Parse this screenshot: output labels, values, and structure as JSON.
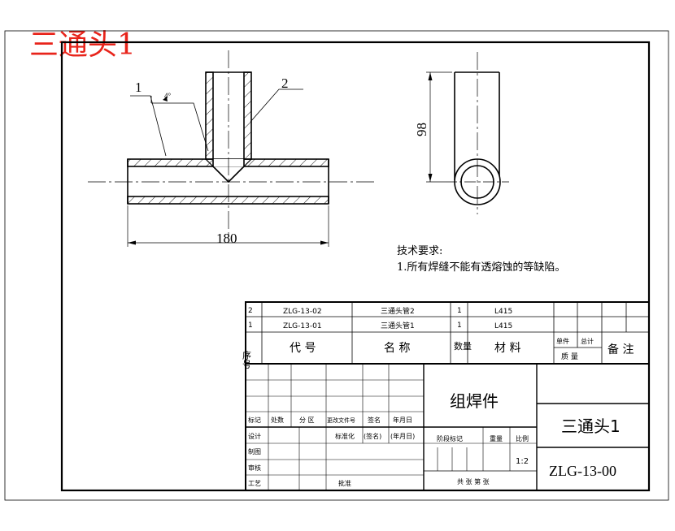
{
  "sheet_title": "三通头1",
  "balloons": {
    "part1": "1",
    "part2": "2"
  },
  "weld_symbol": "4°",
  "dimensions": {
    "width": "180",
    "height": "98"
  },
  "tech_req": {
    "heading": "技术要求:",
    "item1": "1.所有焊缝不能有透熔蚀的等缺陷。"
  },
  "bom": {
    "rows": [
      {
        "seq": "2",
        "code": "ZLG-13-02",
        "name": "三通头管2",
        "qty": "1",
        "material": "L415"
      },
      {
        "seq": "1",
        "code": "ZLG-13-01",
        "name": "三通头管1",
        "qty": "1",
        "material": "L415"
      }
    ],
    "header": {
      "seq": "序号",
      "code": "代 号",
      "name": "名 称",
      "qty": "数量",
      "material": "材 料",
      "single": "单件",
      "total": "总计",
      "mass": "质 量",
      "remark": "备 注"
    }
  },
  "title_block": {
    "assembly_label": "组焊件",
    "part_name": "三通头1",
    "drawing_no": "ZLG-13-00",
    "scale": "1:2",
    "labels": {
      "mark": "标记",
      "count": "处数",
      "zone": "分 区",
      "change_doc": "更改文件号",
      "sign": "签名",
      "date": "年月日",
      "design": "设计",
      "standard": "标准化",
      "sign2": "(签名)",
      "date2": "(年月日)",
      "stage": "阶段标记",
      "weight": "重量",
      "ratio": "比例",
      "draw": "制图",
      "review": "审核",
      "process": "工艺",
      "approve": "批准",
      "sheets": "共 张  第 张"
    }
  }
}
